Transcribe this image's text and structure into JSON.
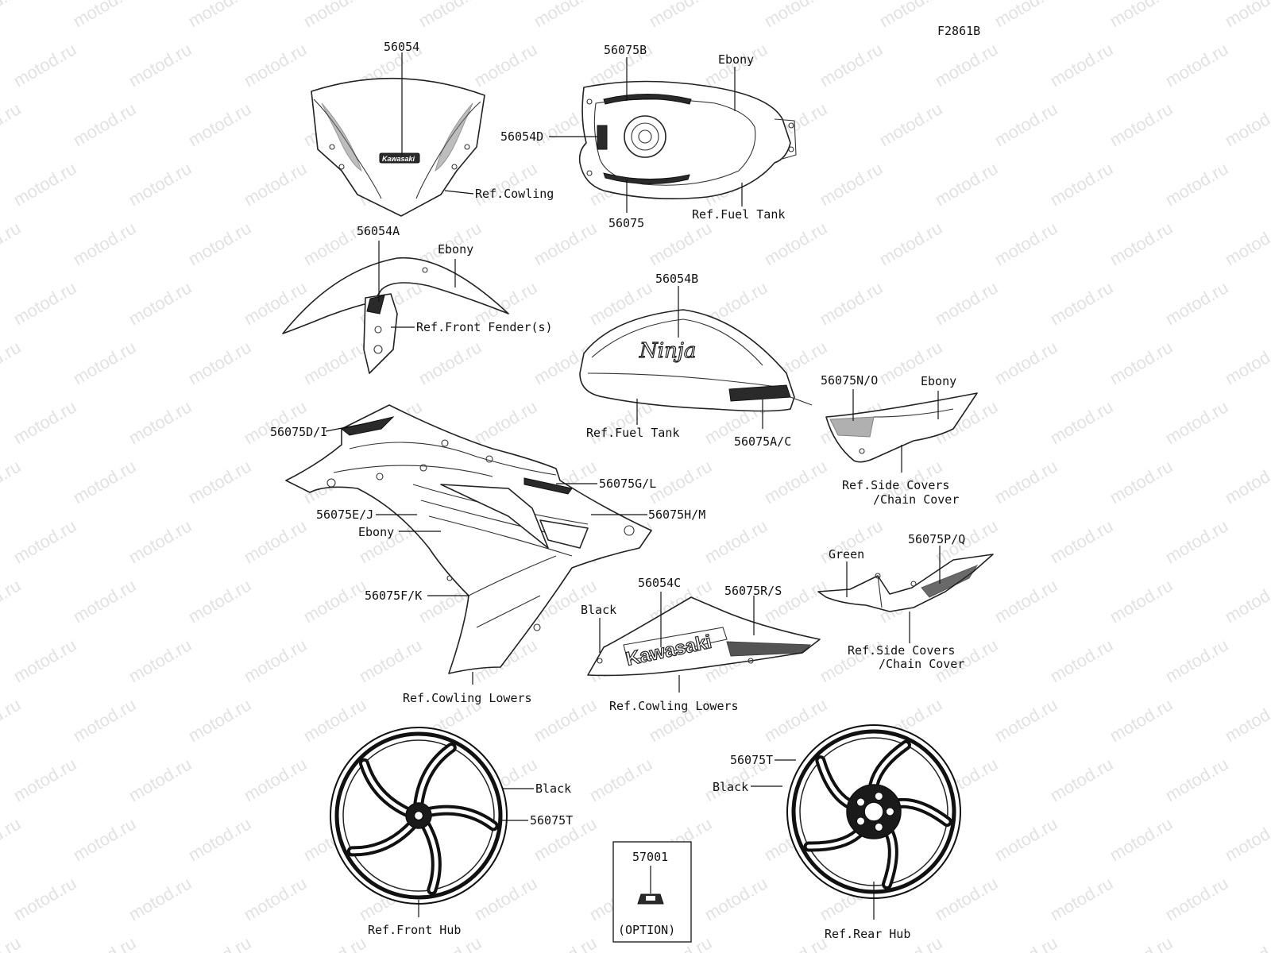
{
  "figure_code": "F2861B",
  "watermark_text": "motod.ru",
  "labels": {
    "p56054": "56054",
    "ref_cowling": "Ref.Cowling",
    "p56075B": "56075B",
    "ebony_tank": "Ebony",
    "p56054D": "56054D",
    "p56075": "56075",
    "ref_fuel_tank_top": "Ref.Fuel Tank",
    "p56054A": "56054A",
    "ebony_fender": "Ebony",
    "ref_front_fender": "Ref.Front Fender(s)",
    "p56054B": "56054B",
    "ref_fuel_tank_side": "Ref.Fuel Tank",
    "p56075AC": "56075A/C",
    "p56075NO": "56075N/O",
    "ebony_side": "Ebony",
    "ref_side_covers_1a": "Ref.Side Covers",
    "ref_side_covers_1b": "/Chain Cover",
    "p56075DI": "56075D/I",
    "p56075GL": "56075G/L",
    "p56075EJ": "56075E/J",
    "p56075HM": "56075H/M",
    "ebony_cowl": "Ebony",
    "p56075FK": "56075F/K",
    "ref_cowling_lowers_1": "Ref.Cowling Lowers",
    "green": "Green",
    "p56075PQ": "56075P/Q",
    "black_lower": "Black",
    "p56054C": "56054C",
    "p56075RS": "56075R/S",
    "ref_cowling_lowers_2": "Ref.Cowling Lowers",
    "ref_side_covers_2a": "Ref.Side Covers",
    "ref_side_covers_2b": "/Chain Cover",
    "black_front_wheel": "Black",
    "p56075T_front": "56075T",
    "ref_front_hub": "Ref.Front Hub",
    "p56075T_rear": "56075T",
    "black_rear_wheel": "Black",
    "ref_rear_hub": "Ref.Rear Hub",
    "p57001": "57001",
    "option": "(OPTION)"
  },
  "decal_text": {
    "windshield_logo": "Kawasaki",
    "tank_logo": "Ninja",
    "lower_logo": "Kawasaki"
  }
}
